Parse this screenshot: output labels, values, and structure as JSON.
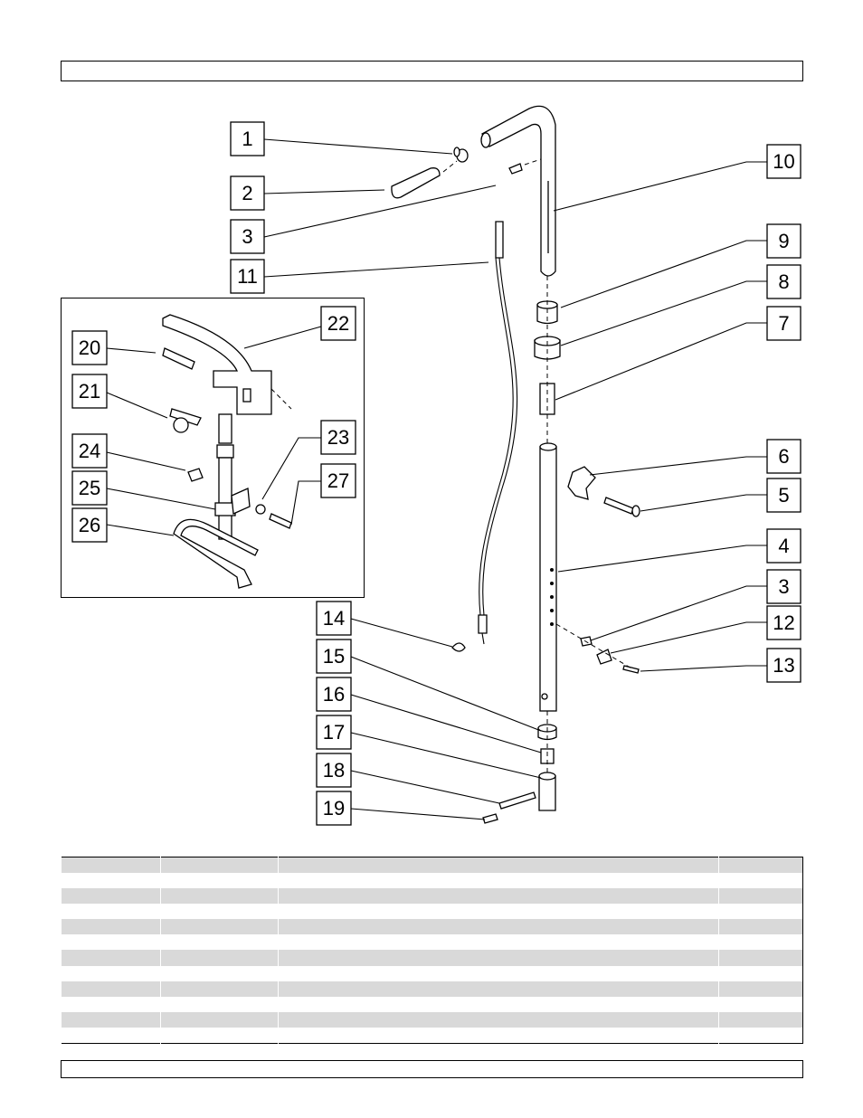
{
  "callouts": [
    "1",
    "2",
    "3",
    "11",
    "20",
    "21",
    "22",
    "23",
    "24",
    "25",
    "26",
    "27",
    "14",
    "15",
    "16",
    "17",
    "18",
    "19",
    "10",
    "9",
    "8",
    "7",
    "6",
    "5",
    "4",
    "3",
    "12",
    "13"
  ],
  "table": {
    "rows": 12,
    "columns": 4
  }
}
